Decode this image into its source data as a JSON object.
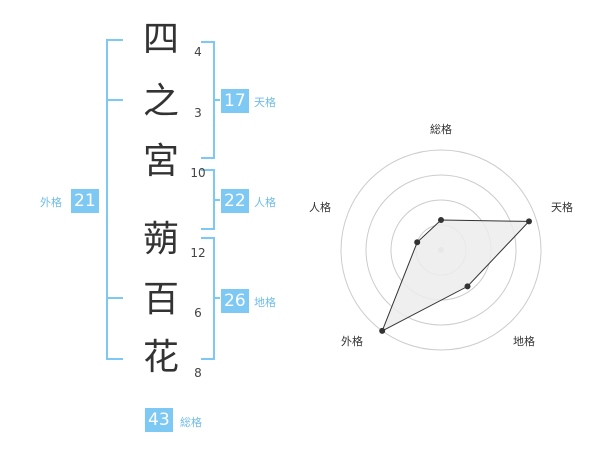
{
  "name": {
    "characters": [
      {
        "char": "四",
        "strokes": "4"
      },
      {
        "char": "之",
        "strokes": "3"
      },
      {
        "char": "宮",
        "strokes": "10"
      },
      {
        "char": "蒴",
        "strokes": "12"
      },
      {
        "char": "百",
        "strokes": "6"
      },
      {
        "char": "花",
        "strokes": "8"
      }
    ]
  },
  "fortunes": {
    "tenkaku": {
      "label": "天格",
      "value": "17"
    },
    "jinkaku": {
      "label": "人格",
      "value": "22"
    },
    "chikaku": {
      "label": "地格",
      "value": "26"
    },
    "gaikaku": {
      "label": "外格",
      "value": "21"
    },
    "soukaku": {
      "label": "総格",
      "value": "43"
    }
  },
  "colors": {
    "bracket": "#7ec8f4",
    "badge_bg": "#7ec8f4",
    "badge_text": "#ffffff",
    "label_text": "#6fbcea",
    "ring": "#cccccc",
    "polygon_fill": "#ececec",
    "polygon_stroke": "#333333"
  },
  "chart_data": {
    "type": "radar",
    "axes": [
      "総格",
      "天格",
      "地格",
      "外格",
      "人格"
    ],
    "rings": 4,
    "max": 4,
    "values": [
      1.2,
      3.7,
      1.8,
      4,
      1
    ]
  }
}
